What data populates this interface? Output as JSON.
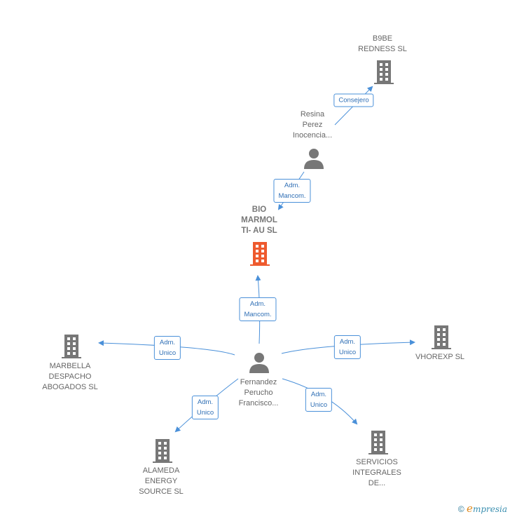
{
  "colors": {
    "edge": "#4a90d9",
    "building": "#777777",
    "building_main": "#ee5a2e",
    "person": "#777777"
  },
  "nodes": [
    {
      "id": "b9be",
      "type": "company",
      "lines": [
        "B9BE",
        "REDNESS  SL"
      ]
    },
    {
      "id": "resina",
      "type": "person",
      "lines": [
        "Resina",
        "Perez",
        "Inocencia..."
      ]
    },
    {
      "id": "bio",
      "type": "company-main",
      "lines": [
        "BIO",
        "MARMOL",
        "TI- AU  SL"
      ]
    },
    {
      "id": "fernandez",
      "type": "person",
      "lines": [
        "Fernandez",
        "Perucho",
        "Francisco..."
      ]
    },
    {
      "id": "marbella",
      "type": "company",
      "lines": [
        "MARBELLA",
        "DESPACHO",
        "ABOGADOS  SL"
      ]
    },
    {
      "id": "vhorexp",
      "type": "company",
      "lines": [
        "VHOREXP  SL"
      ]
    },
    {
      "id": "alameda",
      "type": "company",
      "lines": [
        "ALAMEDA",
        "ENERGY",
        "SOURCE  SL"
      ]
    },
    {
      "id": "servicios",
      "type": "company",
      "lines": [
        "SERVICIOS",
        "INTEGRALES",
        "DE..."
      ]
    }
  ],
  "relations": [
    {
      "id": "r1",
      "from": "resina",
      "to": "b9be",
      "lines": [
        "Consejero"
      ]
    },
    {
      "id": "r2",
      "from": "resina",
      "to": "bio",
      "lines": [
        "Adm.",
        "Mancom."
      ]
    },
    {
      "id": "r3",
      "from": "fernandez",
      "to": "bio",
      "lines": [
        "Adm.",
        "Mancom."
      ]
    },
    {
      "id": "r4",
      "from": "fernandez",
      "to": "marbella",
      "lines": [
        "Adm.",
        "Unico"
      ]
    },
    {
      "id": "r5",
      "from": "fernandez",
      "to": "vhorexp",
      "lines": [
        "Adm.",
        "Unico"
      ]
    },
    {
      "id": "r6",
      "from": "fernandez",
      "to": "alameda",
      "lines": [
        "Adm.",
        "Unico"
      ]
    },
    {
      "id": "r7",
      "from": "fernandez",
      "to": "servicios",
      "lines": [
        "Adm.",
        "Unico"
      ]
    }
  ],
  "footer": {
    "copyright": "©",
    "brand_initial": "e",
    "brand_rest": "mpresia"
  }
}
